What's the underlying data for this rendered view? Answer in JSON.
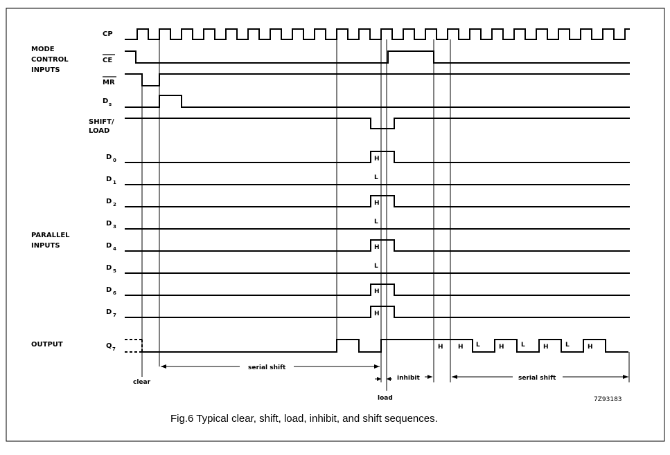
{
  "figure": {
    "caption": "Fig.6  Typical clear, shift, load, inhibit, and shift sequences.",
    "code": "7Z93183"
  },
  "groups": {
    "mode_control": [
      "MODE",
      "CONTROL",
      "INPUTS"
    ],
    "parallel": [
      "PARALLEL",
      "INPUTS"
    ],
    "output": "OUTPUT"
  },
  "signals": {
    "cp": "CP",
    "ce": "CE",
    "mr": "MR",
    "ds": "D",
    "ds_sub": "s",
    "shift_load": [
      "SHIFT/",
      "LOAD"
    ],
    "q7": "Q",
    "q7_sub": "7"
  },
  "data_inputs": [
    {
      "label": "D",
      "sub": "0",
      "level": "H"
    },
    {
      "label": "D",
      "sub": "1",
      "level": "L"
    },
    {
      "label": "D",
      "sub": "2",
      "level": "H"
    },
    {
      "label": "D",
      "sub": "3",
      "level": "L"
    },
    {
      "label": "D",
      "sub": "4",
      "level": "H"
    },
    {
      "label": "D",
      "sub": "5",
      "level": "L"
    },
    {
      "label": "D",
      "sub": "6",
      "level": "H"
    },
    {
      "label": "D",
      "sub": "7",
      "level": "H"
    }
  ],
  "output_levels": [
    "H",
    "H",
    "L",
    "H",
    "L",
    "H",
    "L",
    "H"
  ],
  "annotations": {
    "clear": "clear",
    "serial_shift_1": "serial shift",
    "load": "load",
    "inhibit": "inhibit",
    "serial_shift_2": "serial shift"
  }
}
